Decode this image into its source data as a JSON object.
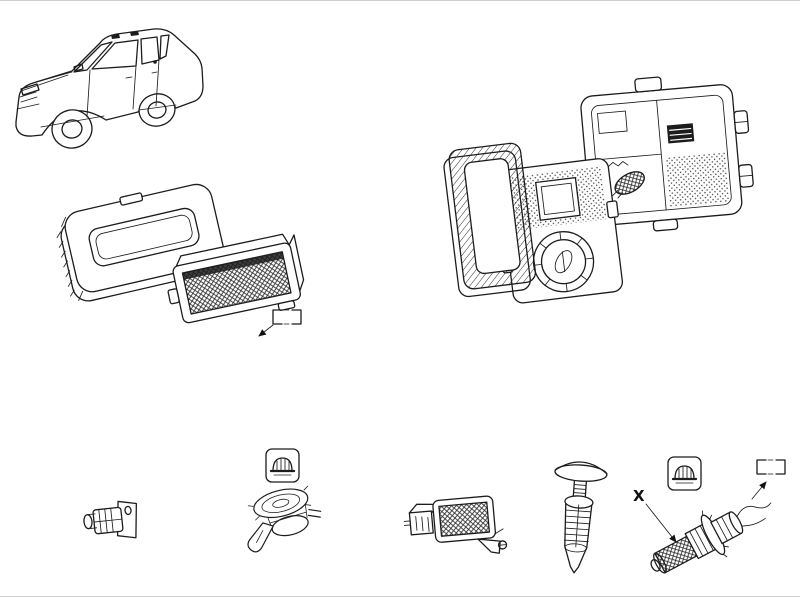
{
  "page": {
    "background": "#ffffff",
    "ink": "#1c1c1c"
  },
  "labels": {
    "x_marker": "X"
  },
  "symbols": {
    "reference_bracket": "dashed-reference-bracket",
    "lamp_pictogram": "interior-lamp-pictogram"
  },
  "figures": [
    {
      "id": "car",
      "depicts": "hatchback-car-three-quarter-view"
    },
    {
      "id": "lamp-bezel",
      "depicts": "interior-lamp-bezel"
    },
    {
      "id": "courtesy-lamp",
      "depicts": "courtesy-lamp-hatched-lens"
    },
    {
      "id": "map-light-assembly",
      "depicts": "map-light-exploded-assembly"
    },
    {
      "id": "door-switch",
      "depicts": "door-pillar-switch"
    },
    {
      "id": "bulb-holder",
      "depicts": "bulb-holder-with-bulb"
    },
    {
      "id": "plate-lamp",
      "depicts": "small-lamp-with-connector"
    },
    {
      "id": "expanding-clip",
      "depicts": "expanding-push-clip"
    },
    {
      "id": "bulb-socket",
      "depicts": "bulb-socket-with-leads"
    }
  ]
}
